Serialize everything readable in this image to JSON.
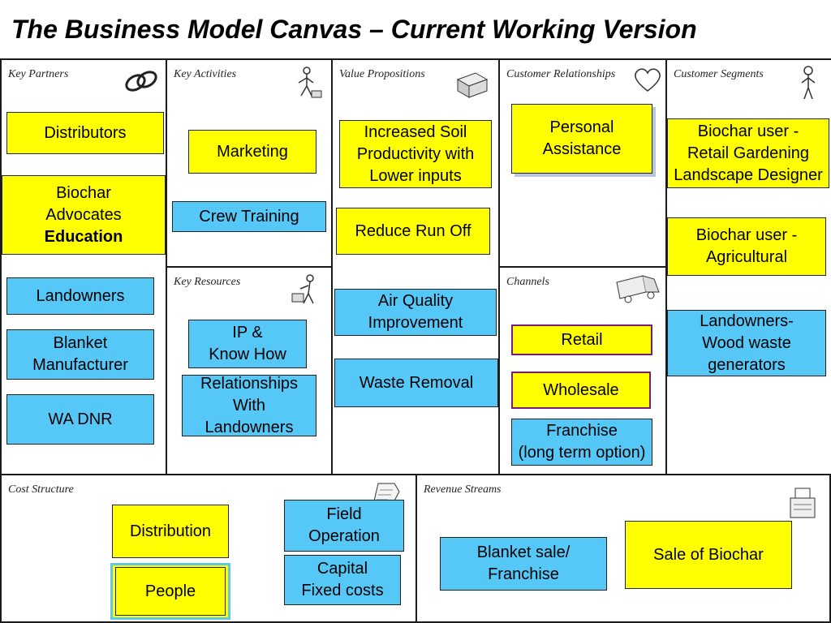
{
  "title": "The Business Model Canvas – Current Working Version",
  "sections": {
    "key_partners": "Key Partners",
    "key_activities": "Key Activities",
    "value_propositions": "Value Propositions",
    "customer_relationships": "Customer Relationships",
    "customer_segments": "Customer Segments",
    "key_resources": "Key Resources",
    "channels": "Channels",
    "cost_structure": "Cost Structure",
    "revenue_streams": "Revenue Streams"
  },
  "notes": {
    "distributors": "Distributors",
    "biochar_advocates": "Biochar\nAdvocates",
    "education": "Education",
    "landowners": "Landowners",
    "blanket_manufacturer": "Blanket\nManufacturer",
    "wa_dnr": "WA DNR",
    "marketing": "Marketing",
    "crew_training": "Crew Training",
    "ip_know_how": "IP &\nKnow How",
    "relationships_landowners": "Relationships\nWith\nLandowners",
    "increased_soil": "Increased Soil\nProductivity with\nLower inputs",
    "reduce_run_off": "Reduce Run Off",
    "air_quality": "Air Quality\nImprovement",
    "waste_removal": "Waste Removal",
    "personal_assistance": "Personal\nAssistance",
    "retail": "Retail",
    "wholesale": "Wholesale",
    "franchise": "Franchise\n(long term option)",
    "biochar_retail": "Biochar user -\nRetail Gardening\nLandscape Designer",
    "biochar_agricultural": "Biochar user -\nAgricultural",
    "landowners_wood": "Landowners-\nWood waste\ngenerators",
    "distribution": "Distribution",
    "people": "People",
    "field_operation": "Field\nOperation",
    "capital_fixed": "Capital\nFixed costs",
    "blanket_sale": "Blanket sale/\nFranchise",
    "sale_biochar": "Sale of Biochar"
  },
  "colors": {
    "yellow": "#ffff00",
    "blue": "#56c8f8",
    "purple": "#7a1d7a"
  }
}
